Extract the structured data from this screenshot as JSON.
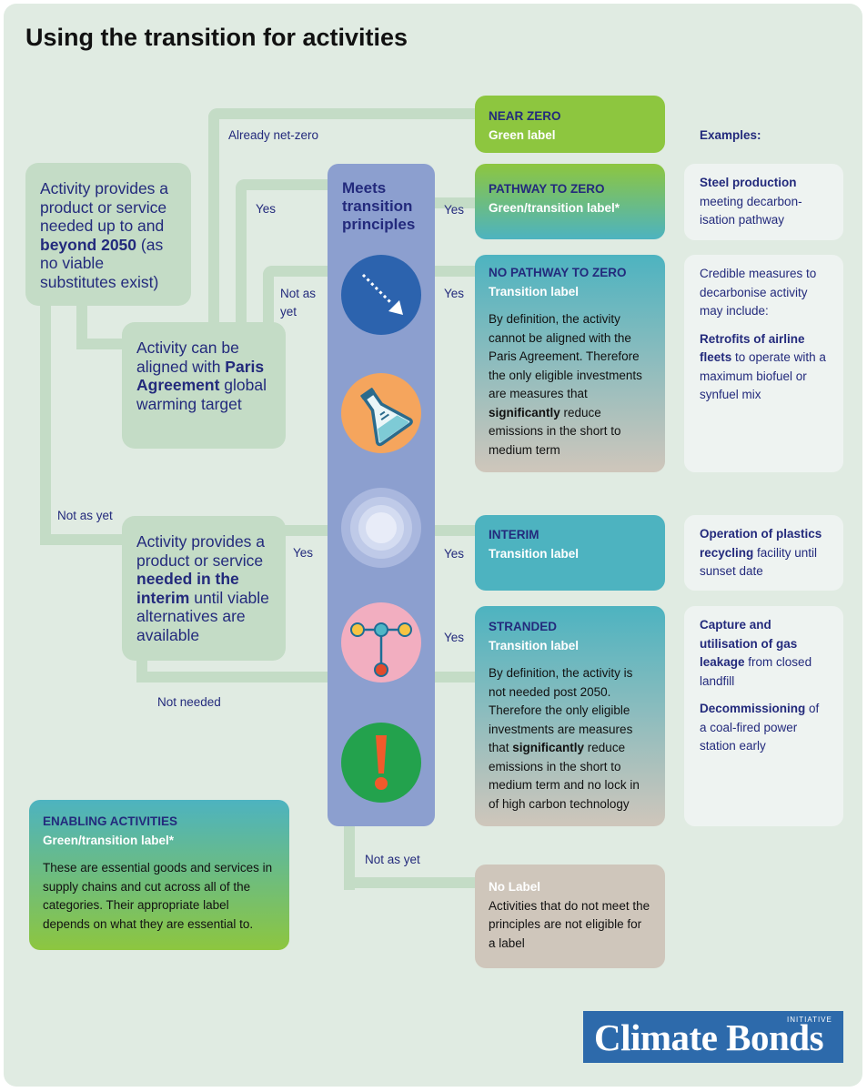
{
  "title": "Using the transition for activities",
  "questions": {
    "q1": {
      "pre": "Activity provides a product or service needed up to and ",
      "bold": "beyond 2050",
      "post": " (as no viable substitutes exist)"
    },
    "q2": {
      "pre": "Activity can be aligned with ",
      "bold": "Paris Agreement",
      "post": " global warming target"
    },
    "q3": {
      "pre": "Activity provides a product or service ",
      "bold": "needed in the interim",
      "post": " until viable alternatives are available"
    }
  },
  "flow_labels": {
    "already_net_zero": "Already net-zero",
    "yes": "Yes",
    "not_as": "Not as",
    "yet": "yet",
    "not_as_yet": "Not as yet",
    "not_needed": "Not needed"
  },
  "center": {
    "title": "Meets transition principles"
  },
  "categories": {
    "near_zero": {
      "heading": "NEAR ZERO",
      "label": "Green label"
    },
    "pathway": {
      "heading": "PATHWAY TO ZERO",
      "label": "Green/transition label*"
    },
    "no_pathway": {
      "heading": "NO PATHWAY TO ZERO",
      "label": "Transition label",
      "body_pre": "By definition, the activity cannot be aligned with the Paris Agreement. Therefore the only eligible investments are measures that ",
      "body_bold": "significantly",
      "body_post": " reduce emissions in the short to medium term"
    },
    "interim": {
      "heading": "INTERIM",
      "label": "Transition label"
    },
    "stranded": {
      "heading": "STRANDED",
      "label": "Transition label",
      "body_pre": "By definition, the activity is not needed post 2050. Therefore the only eligible investments are measures that ",
      "body_bold": "significantly",
      "body_post": " reduce emissions in the short to medium term and no lock in of high carbon technology"
    },
    "no_label": {
      "heading": "No Label",
      "body": "Activities that do not meet the principles are not eligible for a label"
    }
  },
  "examples": {
    "heading": "Examples:",
    "e1": {
      "bold": "Steel production",
      "text": " meeting decarbon-isation pathway"
    },
    "e2": {
      "intro": "Credible measures to decarbonise activity may include:",
      "bold": "Retrofits of airline fleets",
      "text": " to operate with a maximum biofuel or synfuel mix"
    },
    "e3": {
      "bold": "Operation of plastics recycling",
      "text": " facility until sunset date"
    },
    "e4": {
      "bold1": "Capture and utilisation of gas leakage",
      "text1": " from closed landfill",
      "bold2": "Decommissioning",
      "text2": " of a coal-fired power station early"
    }
  },
  "enabling": {
    "heading": "ENABLING ACTIVITIES",
    "label": "Green/transition label*",
    "body": "These are essential goods and services in supply chains and cut across all of the categories. Their appropriate label depends on what they are essential to."
  },
  "logo": {
    "main": "Climate Bonds",
    "sub": "INITIATIVE"
  },
  "colors": {
    "background": "#e0ebe2",
    "connector": "#c4dcc6",
    "navy": "#232a7c",
    "center_column": "#8c9fcf",
    "green": "#8dc63f",
    "teal": "#4db3c0",
    "beige": "#cfc6bb",
    "logo_blue": "#2d6aab"
  }
}
